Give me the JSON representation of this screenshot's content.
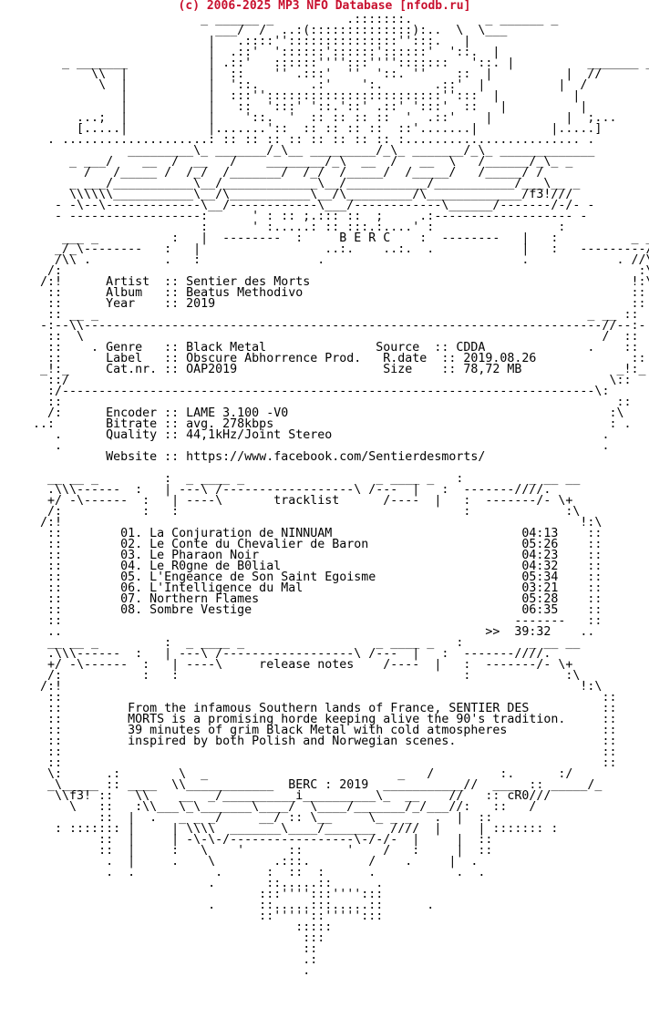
{
  "header": {
    "copyright": "(c) 2006-2025 MP3 NFO Database [nfodb.ru]"
  },
  "colors": {
    "header_text": "#c8102e",
    "body_text": "#000000",
    "background": "#ffffff"
  },
  "nfo": {
    "lines": [
      "                          _ ______ _          .:::::::.          _ ______ _",
      "                            ___/  /  ..:(::::::::::::::):..  \\  \\___",
      "                           |   .::::'':::::::::::::::'':::.   |",
      "                           |  .::'  '::::::'::::::'::::::'  '::.  |",
      "       _ _______           | .::'   ::::::'''':::'''':::::::   '::. |          _______ _",
      "           \\\\  |           |  ::    '' .:::'  ''  '::. ''    ::  |          |  //",
      "            \\  |           |  '::.       .:'    ':.       .::'  |          |  /",
      "               |           |  :::''::::::::::::::::::::::::'':::  |          |",
      "               |           |   ::  ':::' '::.'::' .::' ':::'  ::   |          |",
      "         ...;  |           |    '::.  '  :: :: :: ::  '  .::'    |          |  ;...",
      "         [.....|           |.......'::  :: :: :: ::  ::'.......|          |.....]",
      "     . ....................: :: :: :: :: :: :: :: :: :........................ .",
      "                _________\\_ _______/_\\__ _________/_\\_ _______/_\\_ _____________",
      "        _ ___/    __  /  __   /    ________/_\\  __  /   __  \\   /______/_\\_ _",
      "          /   /_____ /  /_/  /_______/  /_/  /_____/  /_____/   /_____/ /",
      "        _ ___/___________\\__/_____________\\__/___________/___________/___\\__ _",
      "        \\\\\\\\\\\\___________\\__/\\___________\\__/\\_________/\\_____________/f3!///",
      "      - -\\--\\-------------\\__/------------\\___/------------\\______/-------/-/- -",
      "      - ------------------:      ' : :: ;.::: ::  ;     .:------------------- -",
      "                          :      ' :.....: :: :::.:....' :                 :",
      "       ___ _          :   |  --------  :     B E R C    :  --------   |   :          _ ___",
      "      _/_\\--------   :   |                 ..:.    ..:.  .            |   :   ---------/_\\_",
      "      /\\\\ .          .   :                .                           .            . //\\",
      "     /:                                                                               :\\",
      "    /:!      Artist  :: Sentier des Morts                                            !:\\",
      "     ::      Album   :: Beatus Methodivo                                             ::",
      "     ::      Year    :: 2019                                                         ::",
      "     :: __ _                                                                   _ __ ::",
      "    -:--\\\\-----------------------------------------------------------------------//--:-",
      "     ::  \\                                                                       /  ::",
      "     ::    . Genre   :: Black Metal               Source  :: CDDA              .    ::",
      "     ::      Label   :: Obscure Abhorrence Prod.   R.date  :: 2019.08.26             ::",
      "    _!:_     Cat.nr. :: OAP2019                    Size    :: 78,72 MB             _!:_",
      "     ::/                                                                          \\::",
      "     :/-------------------------------------------------------------------------\\:",
      "     ::                                                                            ::",
      "     /:      Encoder :: LAME 3.100 -V0                                            :\\",
      "   ..:       Bitrate :: avg. 278kbps                                              : .",
      "      .      Quality :: 44,1kHz/Joint Stereo                                     .",
      "      .                                                                          .",
      "             Website :: https://www.facebook.com/Sentierdesmorts/",
      "",
      "     __ __ _         :  _ ____ _                  _ ____ _   :         _ __ __",
      "     .\\\\\\------  :   | ---\\ /------------------\\ /---  |   :  -------////.",
      "     +/ -\\------  :   | ----\\       tracklist      /----  |   :  -------/- \\+",
      "     /:           :   :                                       :             :\\",
      "    /:!                                                                       !:\\",
      "     ::        01. La Conjuration de NINNUAM                          04:13    ::",
      "     ::        02. Le Conte du Chevalier de Baron                     05:26    ::",
      "     ::        03. Le Pharaon Noir                                    04:23    ::",
      "     ::        04. Le R0gne de B0lial                                 04:32    ::",
      "     ::        05. L'Engeance de Son Saint Egoisme                    05:34    ::",
      "     ::        06. L'Intelligence du Mal                              03:21    ::",
      "     ::        07. Northern Flames                                    05:28    ::",
      "     ::        08. Sombre Vestige                                     06:35    ::",
      "     ::                                                              -------   ::",
      "     ..                                                          >>  39:32    ..",
      "     __ __ _         :  _ ____ _                  _ ____ _   :         _ __ __",
      "     .\\\\\\------  :   | ---\\ /------------------\\ /---  |   :  -------////.",
      "     +/ -\\------  :   | ----\\     release notes    /----  |   :  -------/- \\+",
      "     /:           :   :                                       :             :\\",
      "    /:!                                                                       !:\\",
      "     ::                                                                          ::",
      "     ::         From the infamous Southern lands of France, SENTIER DES          ::",
      "     ::         MORTS is a promising horde keeping alive the 90's tradition.     ::",
      "     ::         39 minutes of grim Black Metal with cold atmospheres             ::",
      "     ::         inspired by both Polish and Norwegian scenes.                    ::",
      "     ::                                                                          ::",
      "     ::                                                                          ::",
      "     \\:      .:        \\  _                          _   /         :.      :/",
      "     _\\_____ :: ____  \\\\____________  BERC : 2019  ___________//  ____ :: _____/_",
      "      \\\\f3! ::   \\\\    __  _/__________i__________\\_  __    //   :: cR0///",
      "        \\   ::   :\\\\___\\_\\_______\\____/  \\____/_______/_/___//:   ::   /",
      "            ::  |  .   _ _ _/     __/ :: \\__     \\_ _ _   .  |  ::",
      "      : ::::::: |     | \\\\\\\\  _______\\____/_______  ////  |     | ::::::: :",
      "            ::  |     | -\\-\\-/-----------------\\-/-/-  |     |  ::",
      "            ::  |     :   \\    '      ::      '    /   :     |  ::",
      "             .  |     .    \\        .:::.        /    .     |  .",
      "             .  .           .      :  ::  :      .           .  .",
      "                           .       ::.....::      .",
      "                                  :::'''':::'''':::",
      "                           .      ::.....:::.....::      .",
      "                                  ::'''''::''''':::",
      "                                       :::::",
      "                                        :::",
      "                                        ::",
      "                                        .:",
      "                                        ."
    ]
  }
}
